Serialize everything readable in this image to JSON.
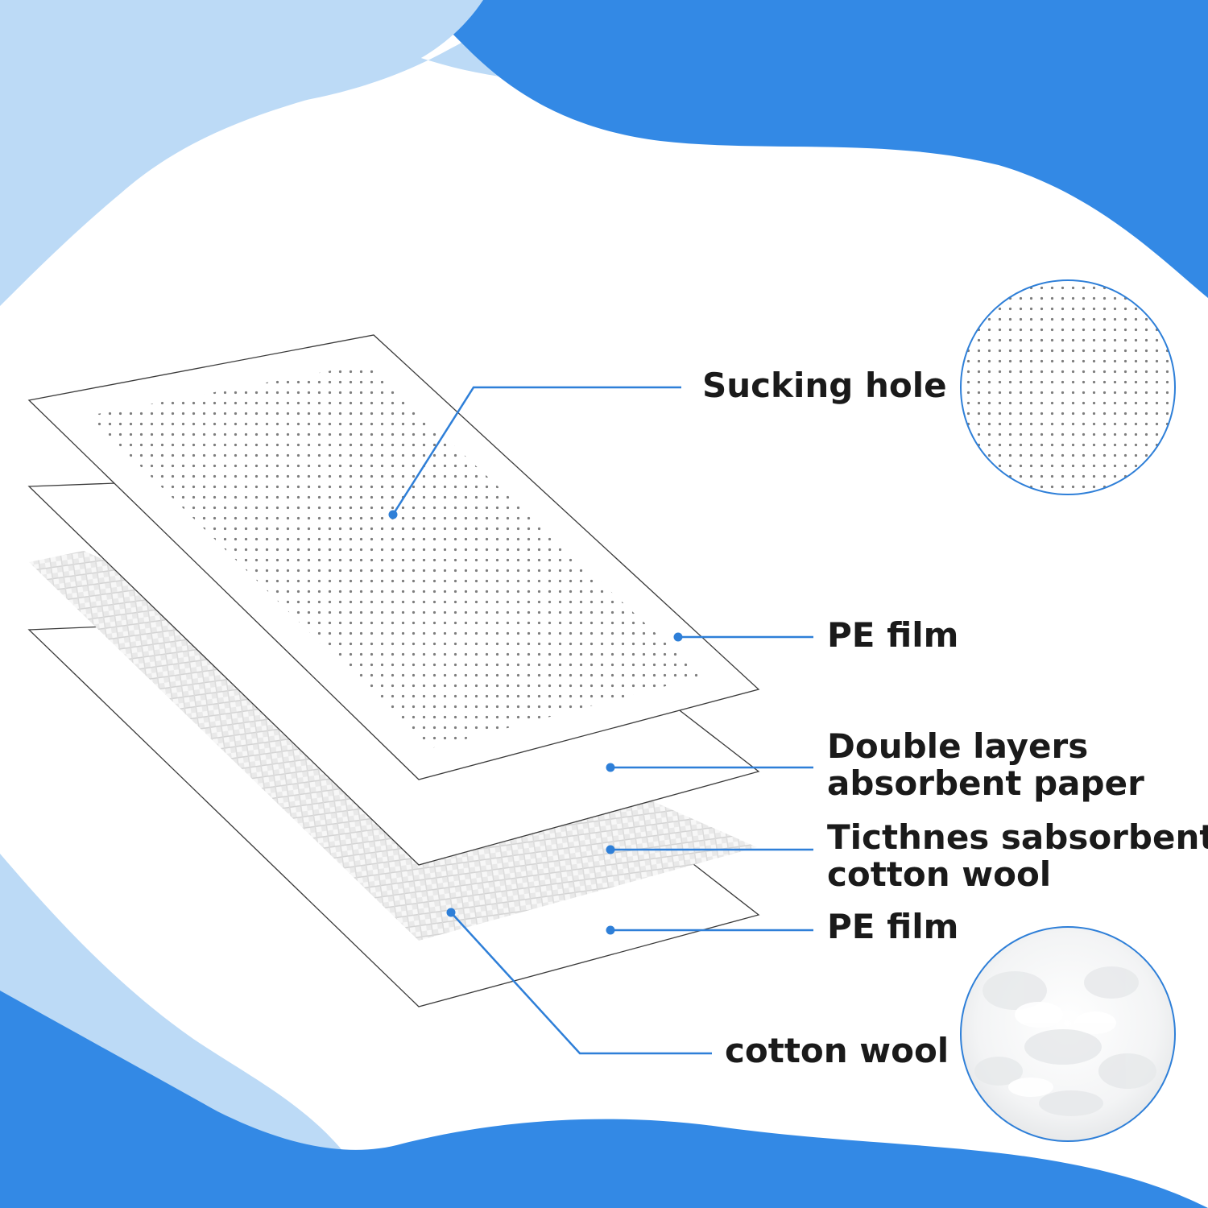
{
  "colors": {
    "primary_blue": "#3389E5",
    "light_blue": "#BCDAF6",
    "callout_line": "#2E7FD8",
    "text": "#1a1a1a"
  },
  "labels": {
    "sucking_hole": "Sucking hole",
    "pe_film_top": "PE film",
    "double_layers_line1": "Double layers",
    "double_layers_line2": "absorbent paper",
    "ticthnes_line1": "Ticthnes sabsorbent",
    "ticthnes_line2": "cotton wool",
    "pe_film_bottom": "PE film",
    "cotton_wool": "cotton wool"
  },
  "insets": [
    {
      "name": "perforated-film-detail",
      "icon": "perforation-dots"
    },
    {
      "name": "cotton-wool-detail",
      "icon": "cotton-fluff"
    }
  ]
}
